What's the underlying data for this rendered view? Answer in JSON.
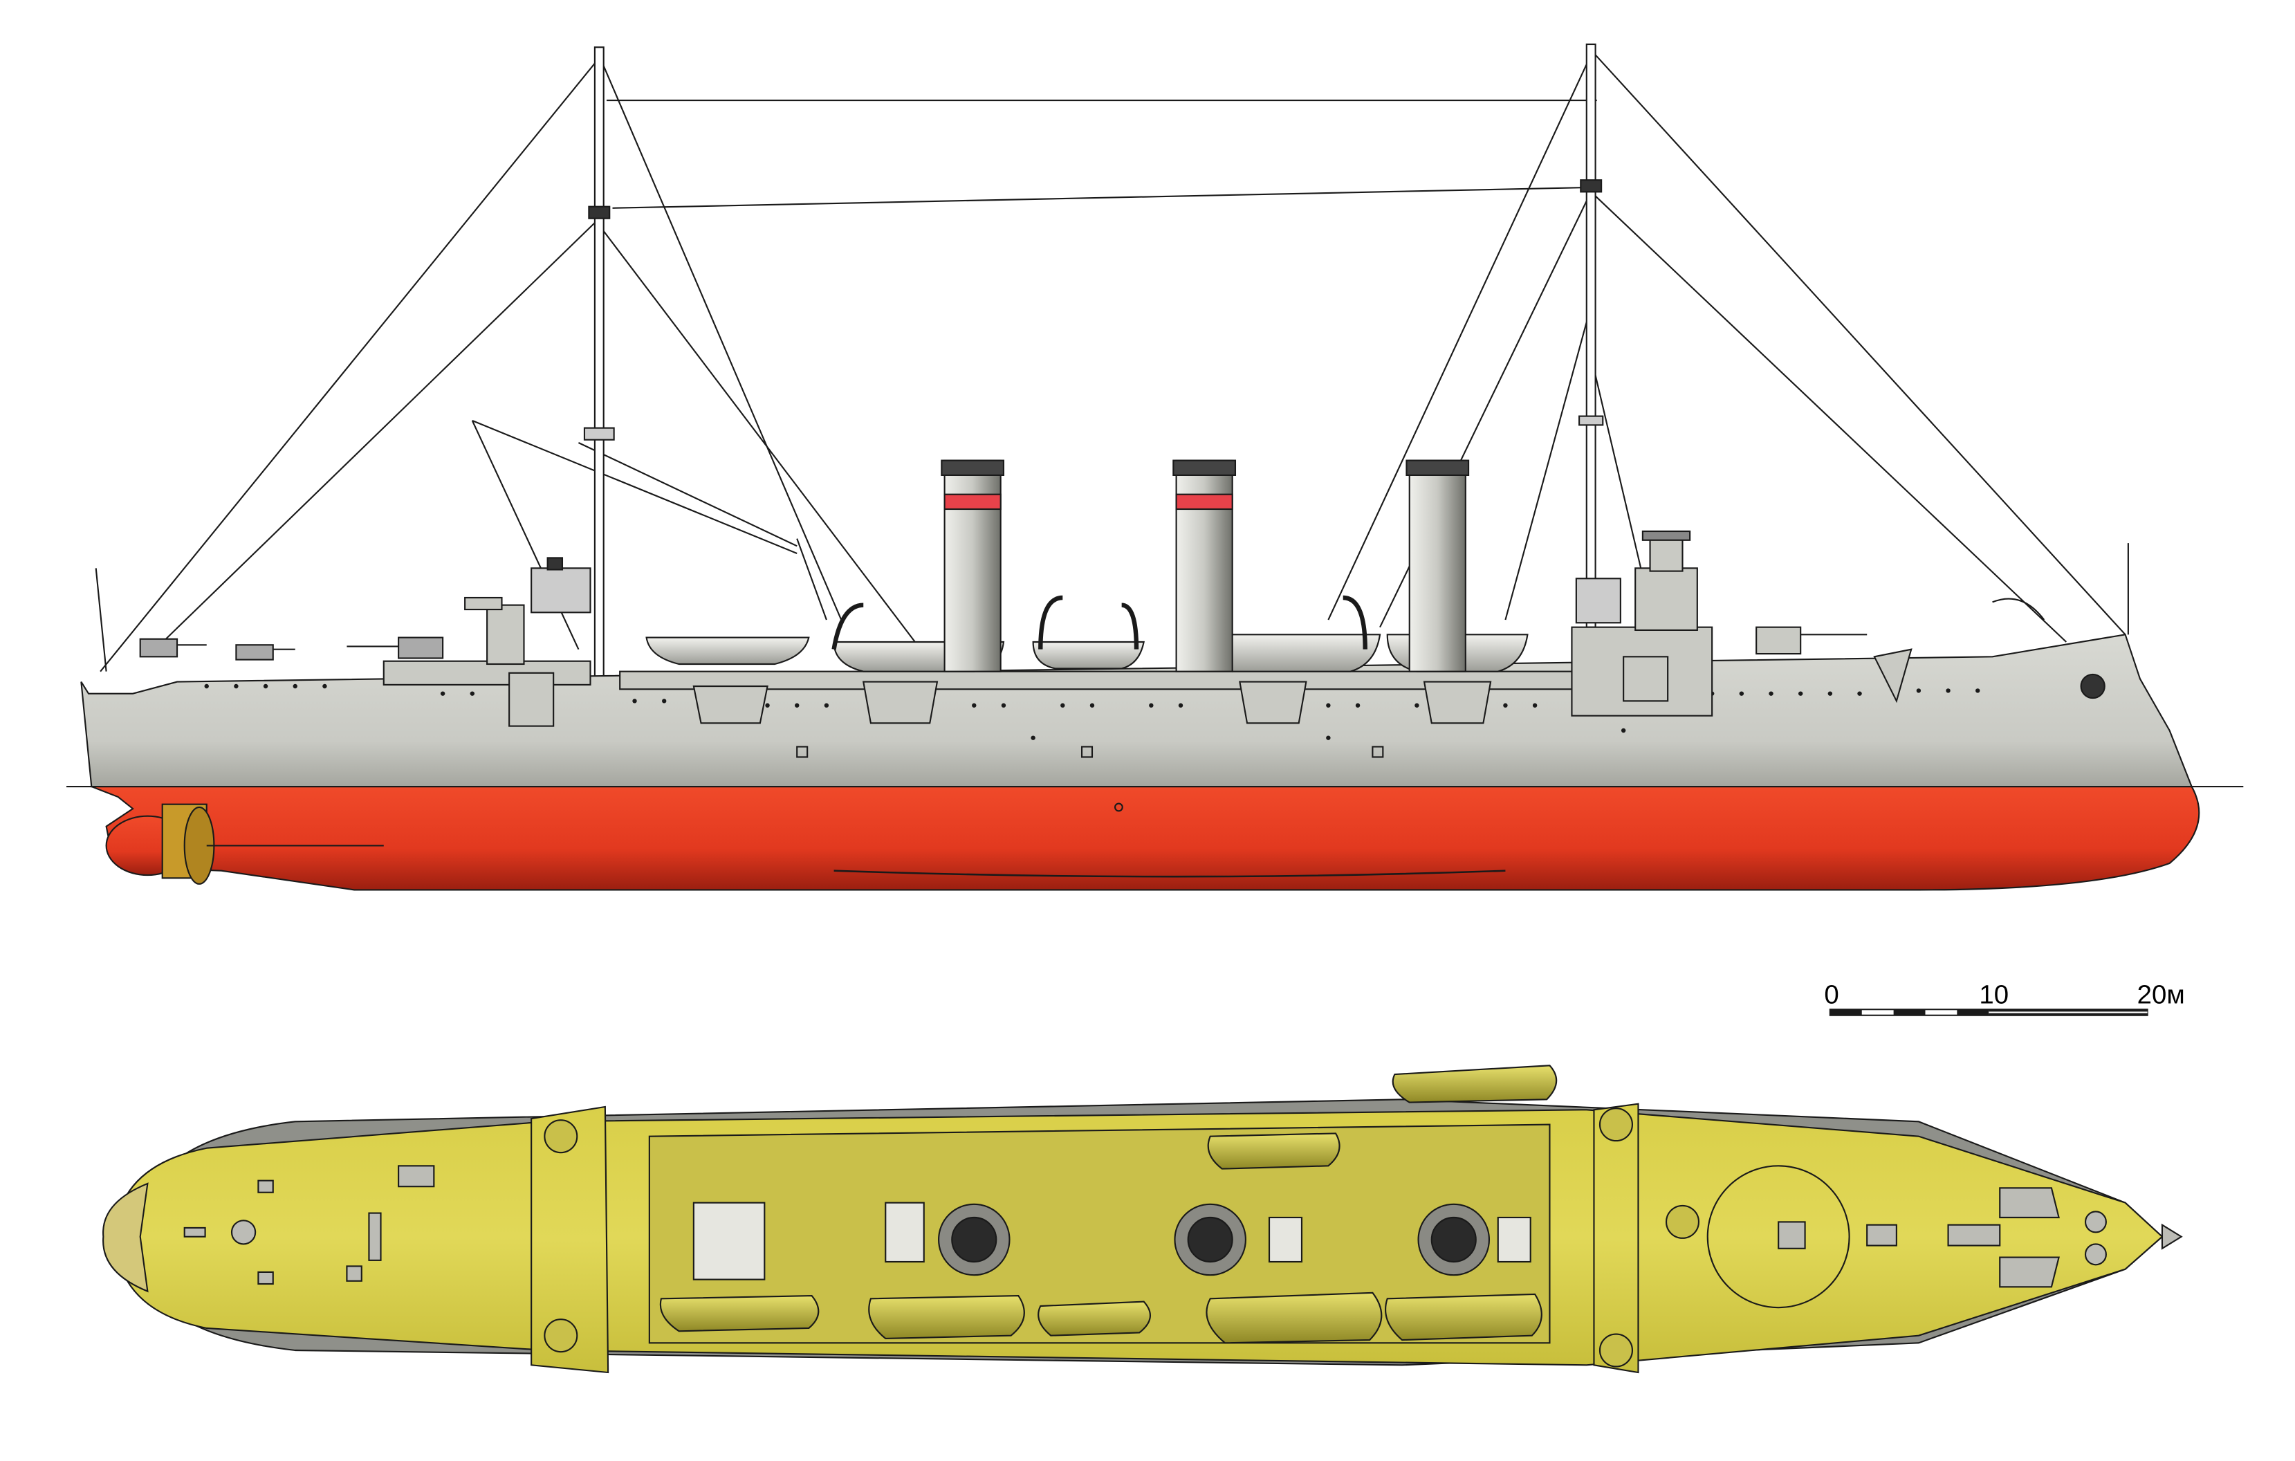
{
  "scale_bar": {
    "labels": [
      "0",
      "10",
      "20м"
    ]
  },
  "colors": {
    "hull_grey": "#c9cac4",
    "hull_grey_dark": "#8e8f88",
    "underwater_red": "#e2391f",
    "underwater_red_dark": "#8b1a0e",
    "deck_yellow": "#d8cf4a",
    "deck_yellow_dark": "#9a9223",
    "funnel_band": "#e8424a",
    "line": "#1a1a1a"
  },
  "views": {
    "side_profile": "side-elevation",
    "top_plan": "deck-plan"
  }
}
